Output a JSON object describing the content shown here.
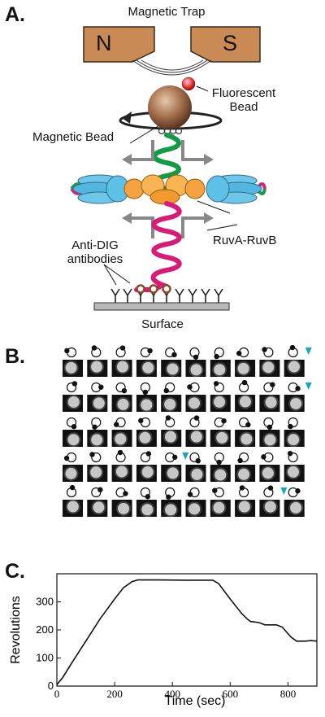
{
  "panels": {
    "a": {
      "label": "A.",
      "magnet_title": "Magnetic Trap",
      "pole_n": "N",
      "pole_s": "S",
      "fluorescent_bead": "Fluorescent\nBead",
      "magnetic_bead": "Magnetic Bead",
      "antibodies": "Anti-DIG\nantibodies",
      "ruv": "RuvA-RuvB",
      "surface": "Surface"
    },
    "b": {
      "label": "B.",
      "rows": 5,
      "cols": 10,
      "marked_frames": [
        [
          0,
          9
        ],
        [
          1,
          9
        ],
        [
          3,
          4
        ],
        [
          4,
          8
        ]
      ]
    },
    "c": {
      "label": "C."
    }
  },
  "chart_data": {
    "type": "line",
    "xlabel": "Time (sec)",
    "ylabel": "Revolutions",
    "xlim": [
      0,
      900
    ],
    "ylim": [
      0,
      400
    ],
    "xticks": [
      0,
      200,
      400,
      600,
      800
    ],
    "yticks": [
      0,
      100,
      200,
      300
    ],
    "grid": false,
    "series": [
      {
        "points": [
          [
            0,
            5
          ],
          [
            20,
            30
          ],
          [
            50,
            80
          ],
          [
            100,
            160
          ],
          [
            150,
            240
          ],
          [
            200,
            310
          ],
          [
            230,
            350
          ],
          [
            260,
            372
          ],
          [
            280,
            378
          ],
          [
            350,
            378
          ],
          [
            450,
            377
          ],
          [
            540,
            377
          ],
          [
            560,
            365
          ],
          [
            600,
            310
          ],
          [
            640,
            258
          ],
          [
            660,
            238
          ],
          [
            670,
            230
          ],
          [
            700,
            226
          ],
          [
            720,
            218
          ],
          [
            760,
            218
          ],
          [
            780,
            210
          ],
          [
            810,
            175
          ],
          [
            830,
            160
          ],
          [
            860,
            160
          ],
          [
            880,
            162
          ],
          [
            900,
            160
          ]
        ]
      }
    ]
  }
}
